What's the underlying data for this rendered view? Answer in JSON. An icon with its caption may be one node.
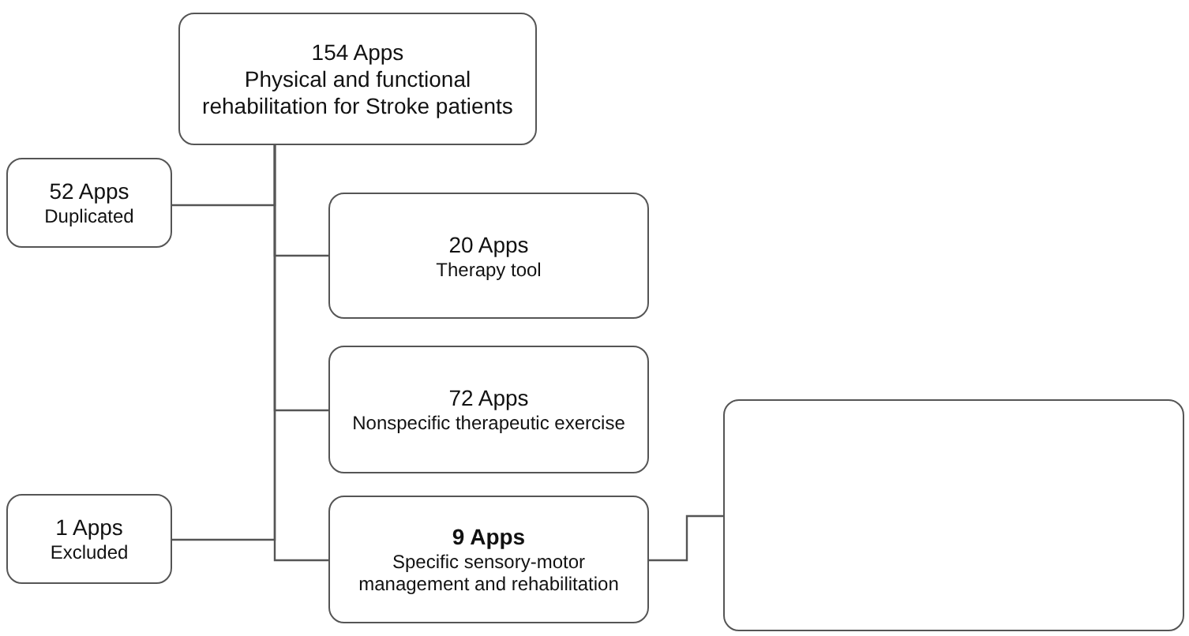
{
  "diagram": {
    "nodes": [
      {
        "text": [
          "154 Apps",
          "Physical and functional rehabilitation for Stroke patients"
        ]
      },
      {
        "text": [
          "52 Apps",
          "Duplicated"
        ]
      },
      {
        "text": [
          "20 Apps",
          "Therapy tool"
        ]
      },
      {
        "text": [
          "72 Apps",
          "Nonspecific therapeutic exercise"
        ]
      },
      {
        "text": [
          "1 Apps",
          "Excluded"
        ]
      },
      {
        "text": [
          "9 Apps",
          "Specific sensory-motor management and rehabilitation"
        ]
      },
      {
        "text": [],
        "shape": "box"
      }
    ],
    "edges": [
      {
        "from": 0,
        "to": 1,
        "arrow": "none"
      },
      {
        "from": 0,
        "to": 2,
        "arrow": "none"
      },
      {
        "from": 0,
        "to": 3,
        "arrow": "none"
      },
      {
        "from": 0,
        "to": 4,
        "arrow": "none"
      },
      {
        "from": 0,
        "to": 5,
        "arrow": "none"
      },
      {
        "from": 5,
        "to": 6,
        "arrow": "none"
      }
    ]
  }
}
